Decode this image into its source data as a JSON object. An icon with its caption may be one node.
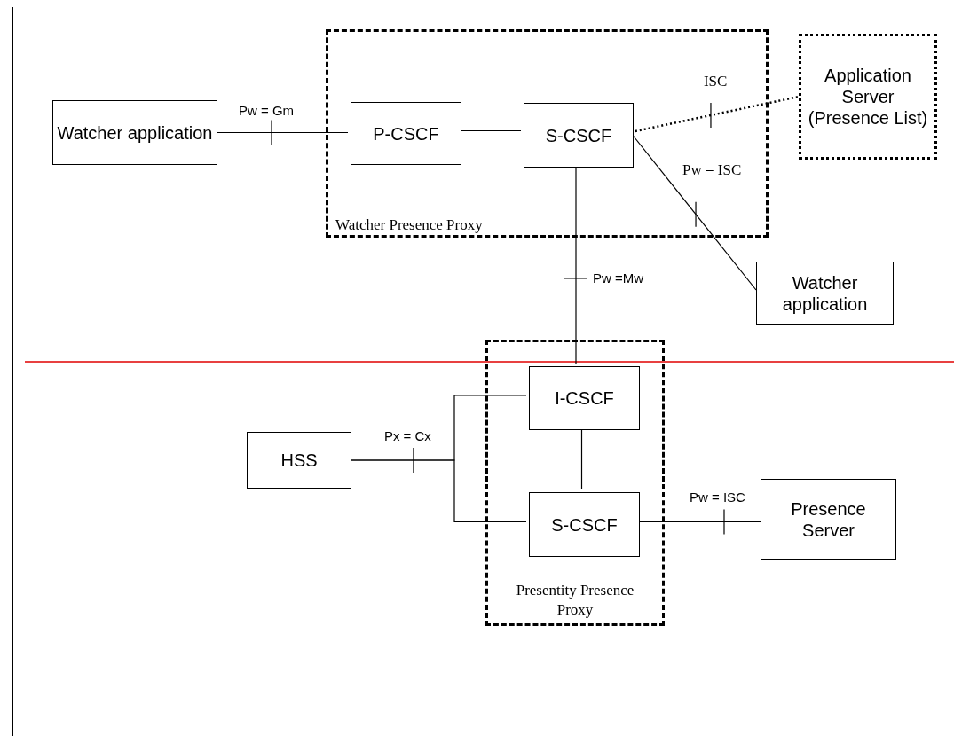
{
  "diagram": {
    "nodes": [
      {
        "text": [
          "Watcher Presence Proxy"
        ]
      },
      {
        "text": [
          "Watcher application"
        ]
      },
      {
        "text": [
          "P-CSCF"
        ],
        "in": 0
      },
      {
        "text": [
          "S-CSCF"
        ],
        "in": 0
      },
      {
        "text": [
          "Application Server (Presence List)"
        ]
      },
      {
        "text": [
          "Watcher application"
        ]
      },
      {
        "text": [
          "Presentity Presence Proxy"
        ]
      },
      {
        "text": [
          "I-CSCF"
        ],
        "in": 6
      },
      {
        "text": [
          "HSS"
        ]
      },
      {
        "text": [
          "S-CSCF"
        ],
        "in": 6
      },
      {
        "text": [
          "Presence Server"
        ]
      }
    ],
    "edges": [
      {
        "from": 1,
        "to": 2,
        "arrow": "none",
        "label": "Pw = Gm"
      },
      {
        "from": 2,
        "to": 3,
        "arrow": "none"
      },
      {
        "from": 3,
        "to": 4,
        "arrow": "none",
        "label": "ISC",
        "style": "dashed"
      },
      {
        "from": 3,
        "to": 5,
        "arrow": "none",
        "label": "Pw = ISC"
      },
      {
        "from": 3,
        "to": 7,
        "arrow": "none",
        "label": "Pw =Mw"
      },
      {
        "from": 8,
        "to": 7,
        "arrow": "none"
      },
      {
        "from": 8,
        "to": 9,
        "arrow": "none",
        "label": "Px = Cx"
      },
      {
        "from": 7,
        "to": 9,
        "arrow": "none"
      },
      {
        "from": 9,
        "to": 10,
        "arrow": "none",
        "label": "Pw = ISC"
      }
    ]
  }
}
